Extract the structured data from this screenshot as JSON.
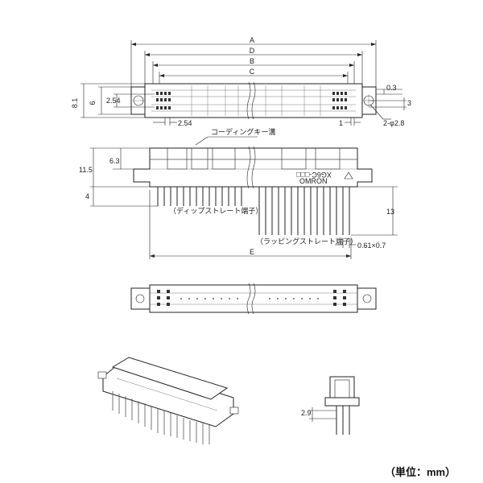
{
  "dimensions": {
    "A": "A",
    "D": "D",
    "B": "B",
    "C": "C",
    "E": "E",
    "d0_3": "0.3",
    "d3": "3",
    "d8_1": "8.1",
    "d6": "6",
    "d2_54a": "2.54",
    "d2_54b": "2.54",
    "d1": "1",
    "hole": "2-φ2.8",
    "d6_3": "6.3",
    "d11_5": "11.5",
    "d4": "4",
    "d13": "13",
    "d0_61": "0.61×0.7",
    "d2_9": "2.9"
  },
  "labels": {
    "coding_groove": "コーディングキー溝",
    "dip_terminal": "（ディップストレート端子）",
    "wrap_terminal": "（ラッピングストレート端子）",
    "model": "XG6C-□□□",
    "brand": "OMRON"
  },
  "unit": "（単位：mm）"
}
